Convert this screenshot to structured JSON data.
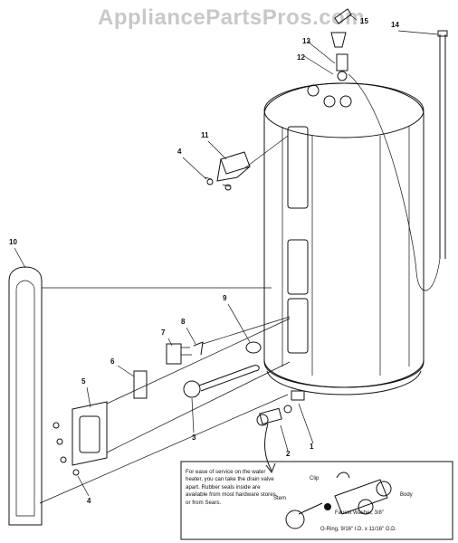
{
  "watermark": "AppliancePartsPros.com",
  "callouts": [
    "1",
    "2",
    "3",
    "4",
    "5",
    "6",
    "7",
    "8",
    "9",
    "10",
    "11",
    "12",
    "13",
    "14",
    "15"
  ],
  "inset": {
    "note": "For ease of service on the water heater, you can take the drain valve apart. Rubber seals inside are available from most hardware stores, or from Sears.",
    "labels": {
      "clip": "Clip",
      "body": "Body",
      "stem": "Stem",
      "faucet_washer": "Faucet Washer, 3/8\"",
      "o_ring": "O-Ring, 9/16\" I.D. x 11/16\" O.D."
    }
  }
}
